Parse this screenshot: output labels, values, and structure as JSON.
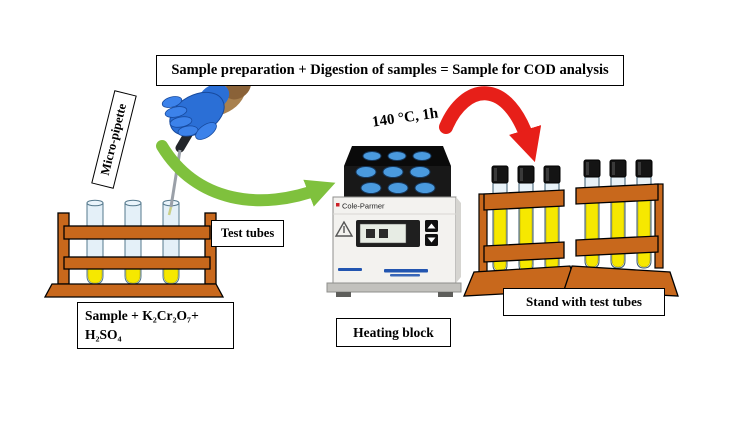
{
  "banner": {
    "title": "Sample preparation + Digestion of samples =  Sample for COD analysis"
  },
  "labels": {
    "micropipette": "Micro-pipette",
    "test_tubes": "Test tubes",
    "sample_line1": "Sample + K₂Cr₂O₇+",
    "sample_line2": "H₂SO₄",
    "temperature": "140 °C, 1h",
    "heating_block": "Heating block",
    "stand": "Stand with test tubes"
  },
  "device": {
    "brand": "Cole-Parmer"
  },
  "colors": {
    "arrow_green": "#7fc13d",
    "arrow_red": "#e71f19",
    "rack_orange": "#c8681c",
    "liquid_yellow": "#f6e800",
    "well_blue": "#4a9ade",
    "glove_blue": "#2b6fd6"
  }
}
